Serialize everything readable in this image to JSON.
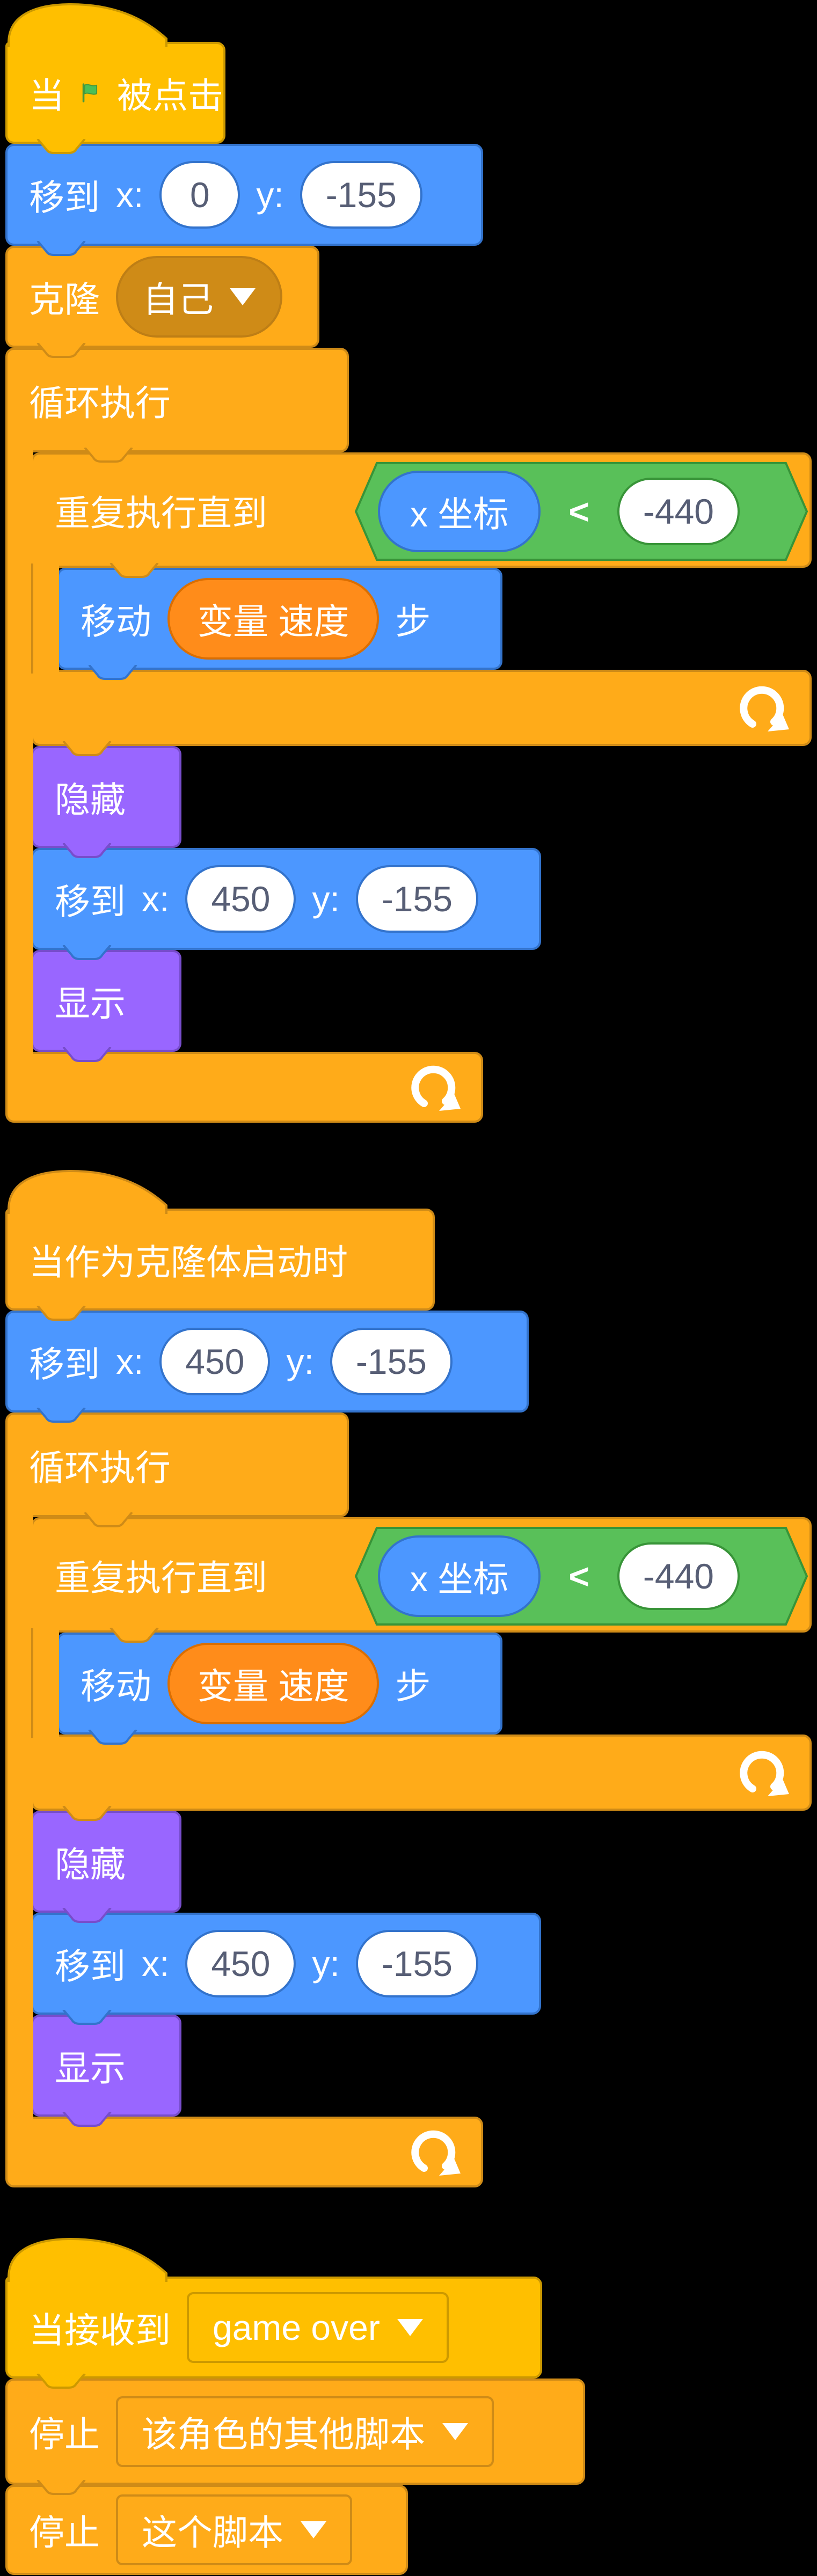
{
  "colors": {
    "background": "#000000",
    "events": "#FFBF00",
    "events_border": "#CC9900",
    "control": "#FFAB19",
    "control_border": "#CF8B17",
    "motion": "#4C97FF",
    "motion_border": "#3373CC",
    "looks": "#9966FF",
    "looks_border": "#774DCB",
    "operators": "#59C059",
    "operators_border": "#389438",
    "variables": "#FF8C1A",
    "variables_border": "#DB6E00",
    "input_text": "#575E75"
  },
  "script1": {
    "when_flag_clicked": {
      "prefix": "当",
      "suffix": "被点击",
      "icon": "green-flag"
    },
    "goto_start": {
      "verb": "移到",
      "x_label": "x:",
      "x_value": "0",
      "y_label": "y:",
      "y_value": "-155"
    },
    "clone": {
      "verb": "克隆",
      "target": "自己"
    },
    "forever": {
      "label": "循环执行"
    },
    "repeat_until": {
      "label": "重复执行直到",
      "reporter": "x 坐标",
      "operator": "<",
      "value": "-440"
    },
    "move_steps": {
      "verb": "移动",
      "variable": "变量 速度",
      "unit": "步"
    },
    "hide": {
      "label": "隐藏"
    },
    "goto_reset": {
      "verb": "移到",
      "x_label": "x:",
      "x_value": "450",
      "y_label": "y:",
      "y_value": "-155"
    },
    "show": {
      "label": "显示"
    }
  },
  "script2": {
    "when_clone_starts": {
      "label": "当作为克隆体启动时"
    },
    "goto_start": {
      "verb": "移到",
      "x_label": "x:",
      "x_value": "450",
      "y_label": "y:",
      "y_value": "-155"
    },
    "forever": {
      "label": "循环执行"
    },
    "repeat_until": {
      "label": "重复执行直到",
      "reporter": "x 坐标",
      "operator": "<",
      "value": "-440"
    },
    "move_steps": {
      "verb": "移动",
      "variable": "变量 速度",
      "unit": "步"
    },
    "hide": {
      "label": "隐藏"
    },
    "goto_reset": {
      "verb": "移到",
      "x_label": "x:",
      "x_value": "450",
      "y_label": "y:",
      "y_value": "-155"
    },
    "show": {
      "label": "显示"
    }
  },
  "script3": {
    "when_received": {
      "prefix": "当接收到",
      "message": "game over"
    },
    "stop_other": {
      "verb": "停止",
      "option": "该角色的其他脚本"
    },
    "stop_this": {
      "verb": "停止",
      "option": "这个脚本"
    }
  }
}
